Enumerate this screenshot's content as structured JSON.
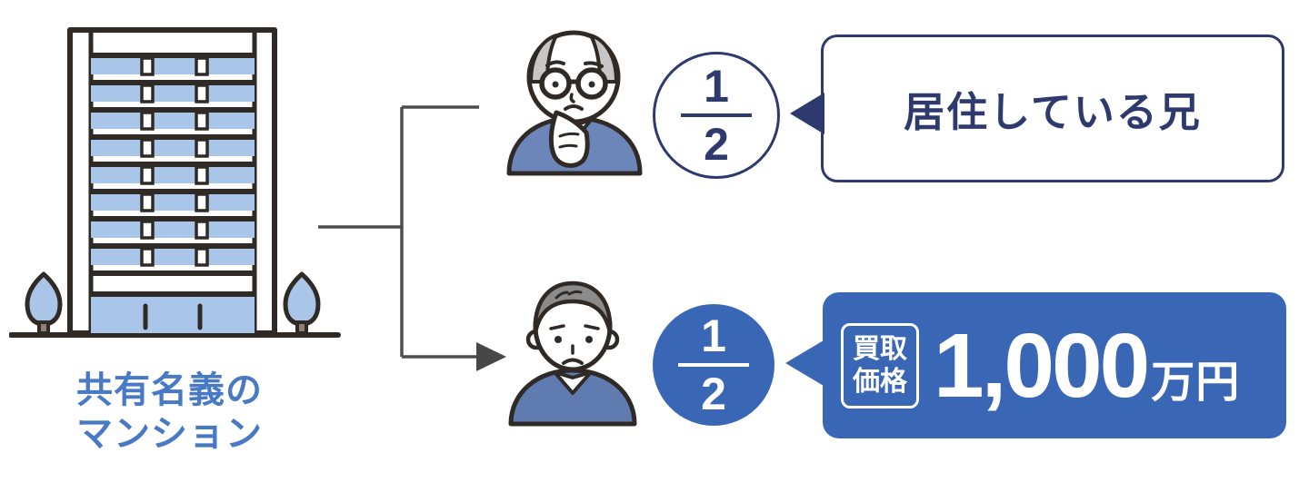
{
  "colors": {
    "navy": "#2e3a6e",
    "accent_blue": "#3a67b5",
    "window_light_blue": "#a9c6e8",
    "label_blue": "#4879c5",
    "outline_dark": "#2f2a26",
    "connector_gray": "#4d4d4d",
    "sweater_top": "#6c86ba",
    "sweater_bottom": "#5f7bb0",
    "hair_gray": "#8b8b8b",
    "side_hair_gray": "#c6c6c6"
  },
  "building": {
    "label_line1": "共有名義の",
    "label_line2": "マンション"
  },
  "top_branch": {
    "person": "older-brother-thinking",
    "fraction": {
      "numerator": "1",
      "denominator": "2"
    },
    "bubble_label": "居住している兄"
  },
  "bottom_branch": {
    "person": "younger-brother-worried",
    "fraction": {
      "numerator": "1",
      "denominator": "2"
    },
    "price_tag_line1": "買取",
    "price_tag_line2": "価格",
    "price_value": "1,000",
    "price_unit": "万円"
  }
}
